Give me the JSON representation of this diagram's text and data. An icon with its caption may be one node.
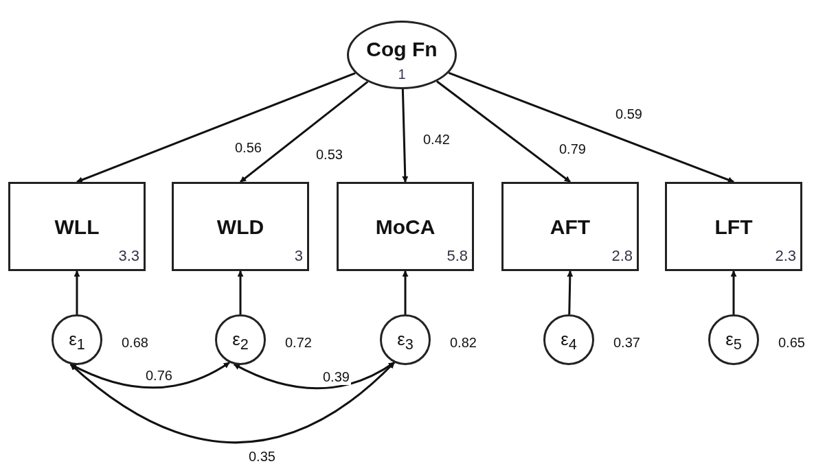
{
  "diagram": {
    "nodes": [
      {
        "text": [
          "Cog Fn",
          "1"
        ]
      },
      {
        "text": [
          "WLL",
          "3.3"
        ]
      },
      {
        "text": [
          "WLD",
          "3"
        ]
      },
      {
        "text": [
          "MoCA",
          "5.8"
        ]
      },
      {
        "text": [
          "AFT",
          "2.8"
        ]
      },
      {
        "text": [
          "LFT",
          "2.3"
        ]
      },
      {
        "text": [
          "ε$_{1}$"
        ],
        "beside": [
          "0.68"
        ]
      },
      {
        "text": [
          "ε$_{2}$"
        ],
        "beside": [
          "0.72"
        ]
      },
      {
        "text": [
          "ε$_{3}$"
        ],
        "beside": [
          "0.82"
        ]
      },
      {
        "text": [
          "ε$_{4}$"
        ],
        "beside": [
          "0.37"
        ]
      },
      {
        "text": [
          "ε$_{5}$"
        ],
        "beside": [
          "0.65"
        ]
      }
    ],
    "edges": [
      {
        "from": 0,
        "to": 1,
        "arrow": "to",
        "label": "0.56"
      },
      {
        "from": 0,
        "to": 2,
        "arrow": "to",
        "label": "0.53"
      },
      {
        "from": 0,
        "to": 3,
        "arrow": "to",
        "label": "0.42"
      },
      {
        "from": 0,
        "to": 4,
        "arrow": "to",
        "label": "0.79"
      },
      {
        "from": 0,
        "to": 5,
        "arrow": "to",
        "label": "0.59"
      },
      {
        "from": 6,
        "to": 1,
        "arrow": "to"
      },
      {
        "from": 7,
        "to": 2,
        "arrow": "to"
      },
      {
        "from": 8,
        "to": 3,
        "arrow": "to"
      },
      {
        "from": 9,
        "to": 4,
        "arrow": "to"
      },
      {
        "from": 10,
        "to": 5,
        "arrow": "to"
      },
      {
        "from": 6,
        "to": 7,
        "arrow": "both",
        "label": "0.76"
      },
      {
        "from": 7,
        "to": 8,
        "arrow": "both",
        "label": "0.39"
      },
      {
        "from": 6,
        "to": 8,
        "arrow": "both",
        "label": "0.35"
      }
    ]
  }
}
